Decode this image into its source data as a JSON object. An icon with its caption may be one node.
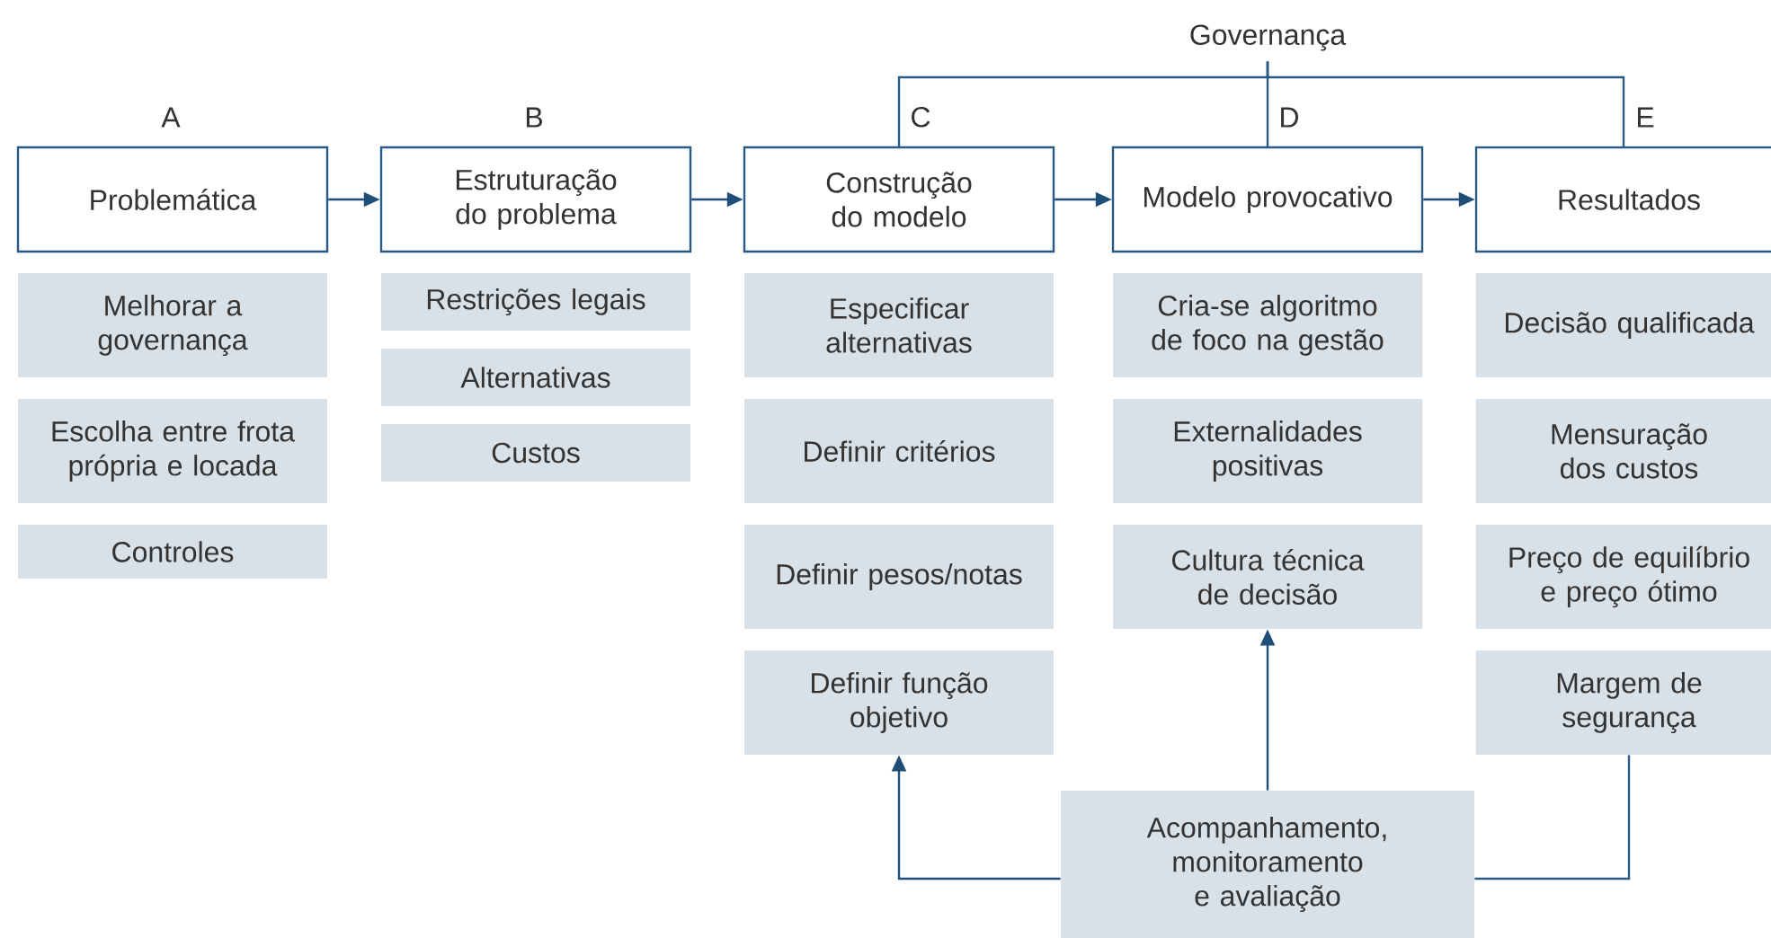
{
  "diagram": {
    "nodes": [
      {
        "text": [
          "Problemática"
        ],
        "beside": [
          "A"
        ]
      },
      {
        "text": [
          "Estruturação do problema"
        ],
        "beside": [
          "B"
        ]
      },
      {
        "text": [
          "Construção do modelo"
        ],
        "beside": [
          "C"
        ]
      },
      {
        "text": [
          "Modelo provocativo"
        ],
        "beside": [
          "D"
        ]
      },
      {
        "text": [
          "Resultados"
        ],
        "beside": [
          "E"
        ]
      },
      {
        "text": [
          "Melhorar a governança"
        ]
      },
      {
        "text": [
          "Escolha entre frota própria e locada"
        ]
      },
      {
        "text": [
          "Controles"
        ]
      },
      {
        "text": [
          "Restrições legais"
        ]
      },
      {
        "text": [
          "Alternativas"
        ]
      },
      {
        "text": [
          "Custos"
        ]
      },
      {
        "text": [
          "Especificar alternativas"
        ]
      },
      {
        "text": [
          "Definir critérios"
        ]
      },
      {
        "text": [
          "Definir pesos/notas"
        ]
      },
      {
        "text": [
          "Definir função objetivo"
        ]
      },
      {
        "text": [
          "Cria-se algoritmo de foco na gestão"
        ]
      },
      {
        "text": [
          "Externalidades positivas"
        ]
      },
      {
        "text": [
          "Cultura técnica de decisão"
        ]
      },
      {
        "text": [
          "Decisão qualificada"
        ]
      },
      {
        "text": [
          "Mensuração dos custos"
        ]
      },
      {
        "text": [
          "Preço de equilíbrio e preço ótimo"
        ]
      },
      {
        "text": [
          "Margem de segurança"
        ]
      },
      {
        "text": [
          "Governança"
        ]
      },
      {
        "text": [
          "Acompanhamento, monitoramento e avaliação"
        ]
      }
    ],
    "edges": [
      {
        "from": 0,
        "to": 1,
        "arrow": "to"
      },
      {
        "from": 1,
        "to": 2,
        "arrow": "to"
      },
      {
        "from": 2,
        "to": 3,
        "arrow": "to"
      },
      {
        "from": 3,
        "to": 4,
        "arrow": "to"
      },
      {
        "from": 22,
        "to": 2,
        "arrow": "none"
      },
      {
        "from": 22,
        "to": 3,
        "arrow": "none"
      },
      {
        "from": 22,
        "to": 4,
        "arrow": "none"
      },
      {
        "from": 23,
        "to": 14,
        "arrow": "to"
      },
      {
        "from": 23,
        "to": 17,
        "arrow": "to"
      },
      {
        "from": 23,
        "to": 21,
        "arrow": "none"
      }
    ]
  }
}
